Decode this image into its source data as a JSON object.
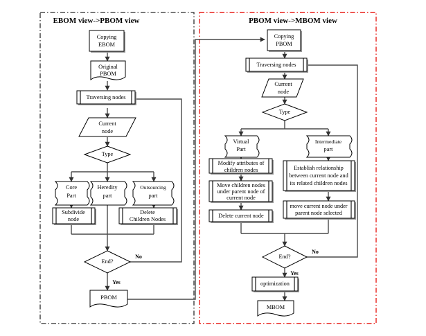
{
  "diagram": {
    "title": "EBOM to PBOM to MBOM conversion flowchart",
    "panels": [
      {
        "id": "left",
        "title": "EBOM view->PBOM view",
        "border_color": "#2b2b2b",
        "border_style": "dash-dot"
      },
      {
        "id": "right",
        "title": "PBOM view->MBOM view",
        "border_color": "#e8201a",
        "border_style": "dash-dot"
      }
    ],
    "left_nodes": {
      "copying_ebom": {
        "line1": "Copying",
        "line2": "EBOM",
        "shape": "process"
      },
      "original_pbom": {
        "line1": "Original",
        "line2": "PBOM",
        "shape": "document"
      },
      "traversing_nodes": {
        "line1": "Traversing nodes",
        "shape": "predefined-process"
      },
      "current_node": {
        "line1": "Current",
        "line2": "node",
        "shape": "parallelogram"
      },
      "type": {
        "line1": "Type",
        "shape": "decision"
      },
      "core_part": {
        "line1": "Core",
        "line2": "Part",
        "shape": "document"
      },
      "heredity_part": {
        "line1": "Heredity",
        "line2": "part",
        "shape": "document"
      },
      "outsourcing_part": {
        "line1": "Outsourcing",
        "line2": "part",
        "shape": "document"
      },
      "subdivide_node": {
        "line1": "Subdivide",
        "line2": "node",
        "shape": "predefined-process"
      },
      "delete_children_nodes": {
        "line1": "Delete",
        "line2": "Children Nodes",
        "shape": "predefined-process"
      },
      "end": {
        "line1": "End?",
        "shape": "decision"
      },
      "pbom": {
        "line1": "PBOM",
        "shape": "document"
      }
    },
    "right_nodes": {
      "copying_pbom": {
        "line1": "Copying",
        "line2": "PBOM",
        "shape": "process"
      },
      "traversing_nodes": {
        "line1": "Traversing nodes",
        "shape": "predefined-process"
      },
      "current_node": {
        "line1": "Current",
        "line2": "node",
        "shape": "parallelogram"
      },
      "type": {
        "line1": "Type",
        "shape": "decision"
      },
      "virtual_part": {
        "line1": "Virtual",
        "line2": "Part",
        "shape": "document"
      },
      "intermediate_part": {
        "line1": "Intermediate",
        "line2": "part",
        "shape": "document"
      },
      "modify_attributes": {
        "line1": "Modify attributes of",
        "line2": "children nodes",
        "shape": "predefined-process"
      },
      "move_children_nodes": {
        "line1": "Move children nodes",
        "line2": "under parent node of",
        "line3": "current node",
        "shape": "predefined-process"
      },
      "delete_current_node": {
        "line1": "Delete current node",
        "shape": "predefined-process"
      },
      "establish_relationship": {
        "line1": "Establish  relationship",
        "line2": "between current node and",
        "line3": "its related children nodes",
        "shape": "predefined-process"
      },
      "move_current_node": {
        "line1": "move current node under",
        "line2": "parent node selected",
        "shape": "predefined-process"
      },
      "end": {
        "line1": "End?",
        "shape": "decision"
      },
      "optimization": {
        "line1": "optimization",
        "shape": "predefined-process"
      },
      "mbom": {
        "line1": "MBOM",
        "shape": "document"
      }
    },
    "edge_labels": {
      "left_no": "No",
      "left_yes": "Yes",
      "right_no": "No",
      "right_yes": "Yes"
    }
  }
}
